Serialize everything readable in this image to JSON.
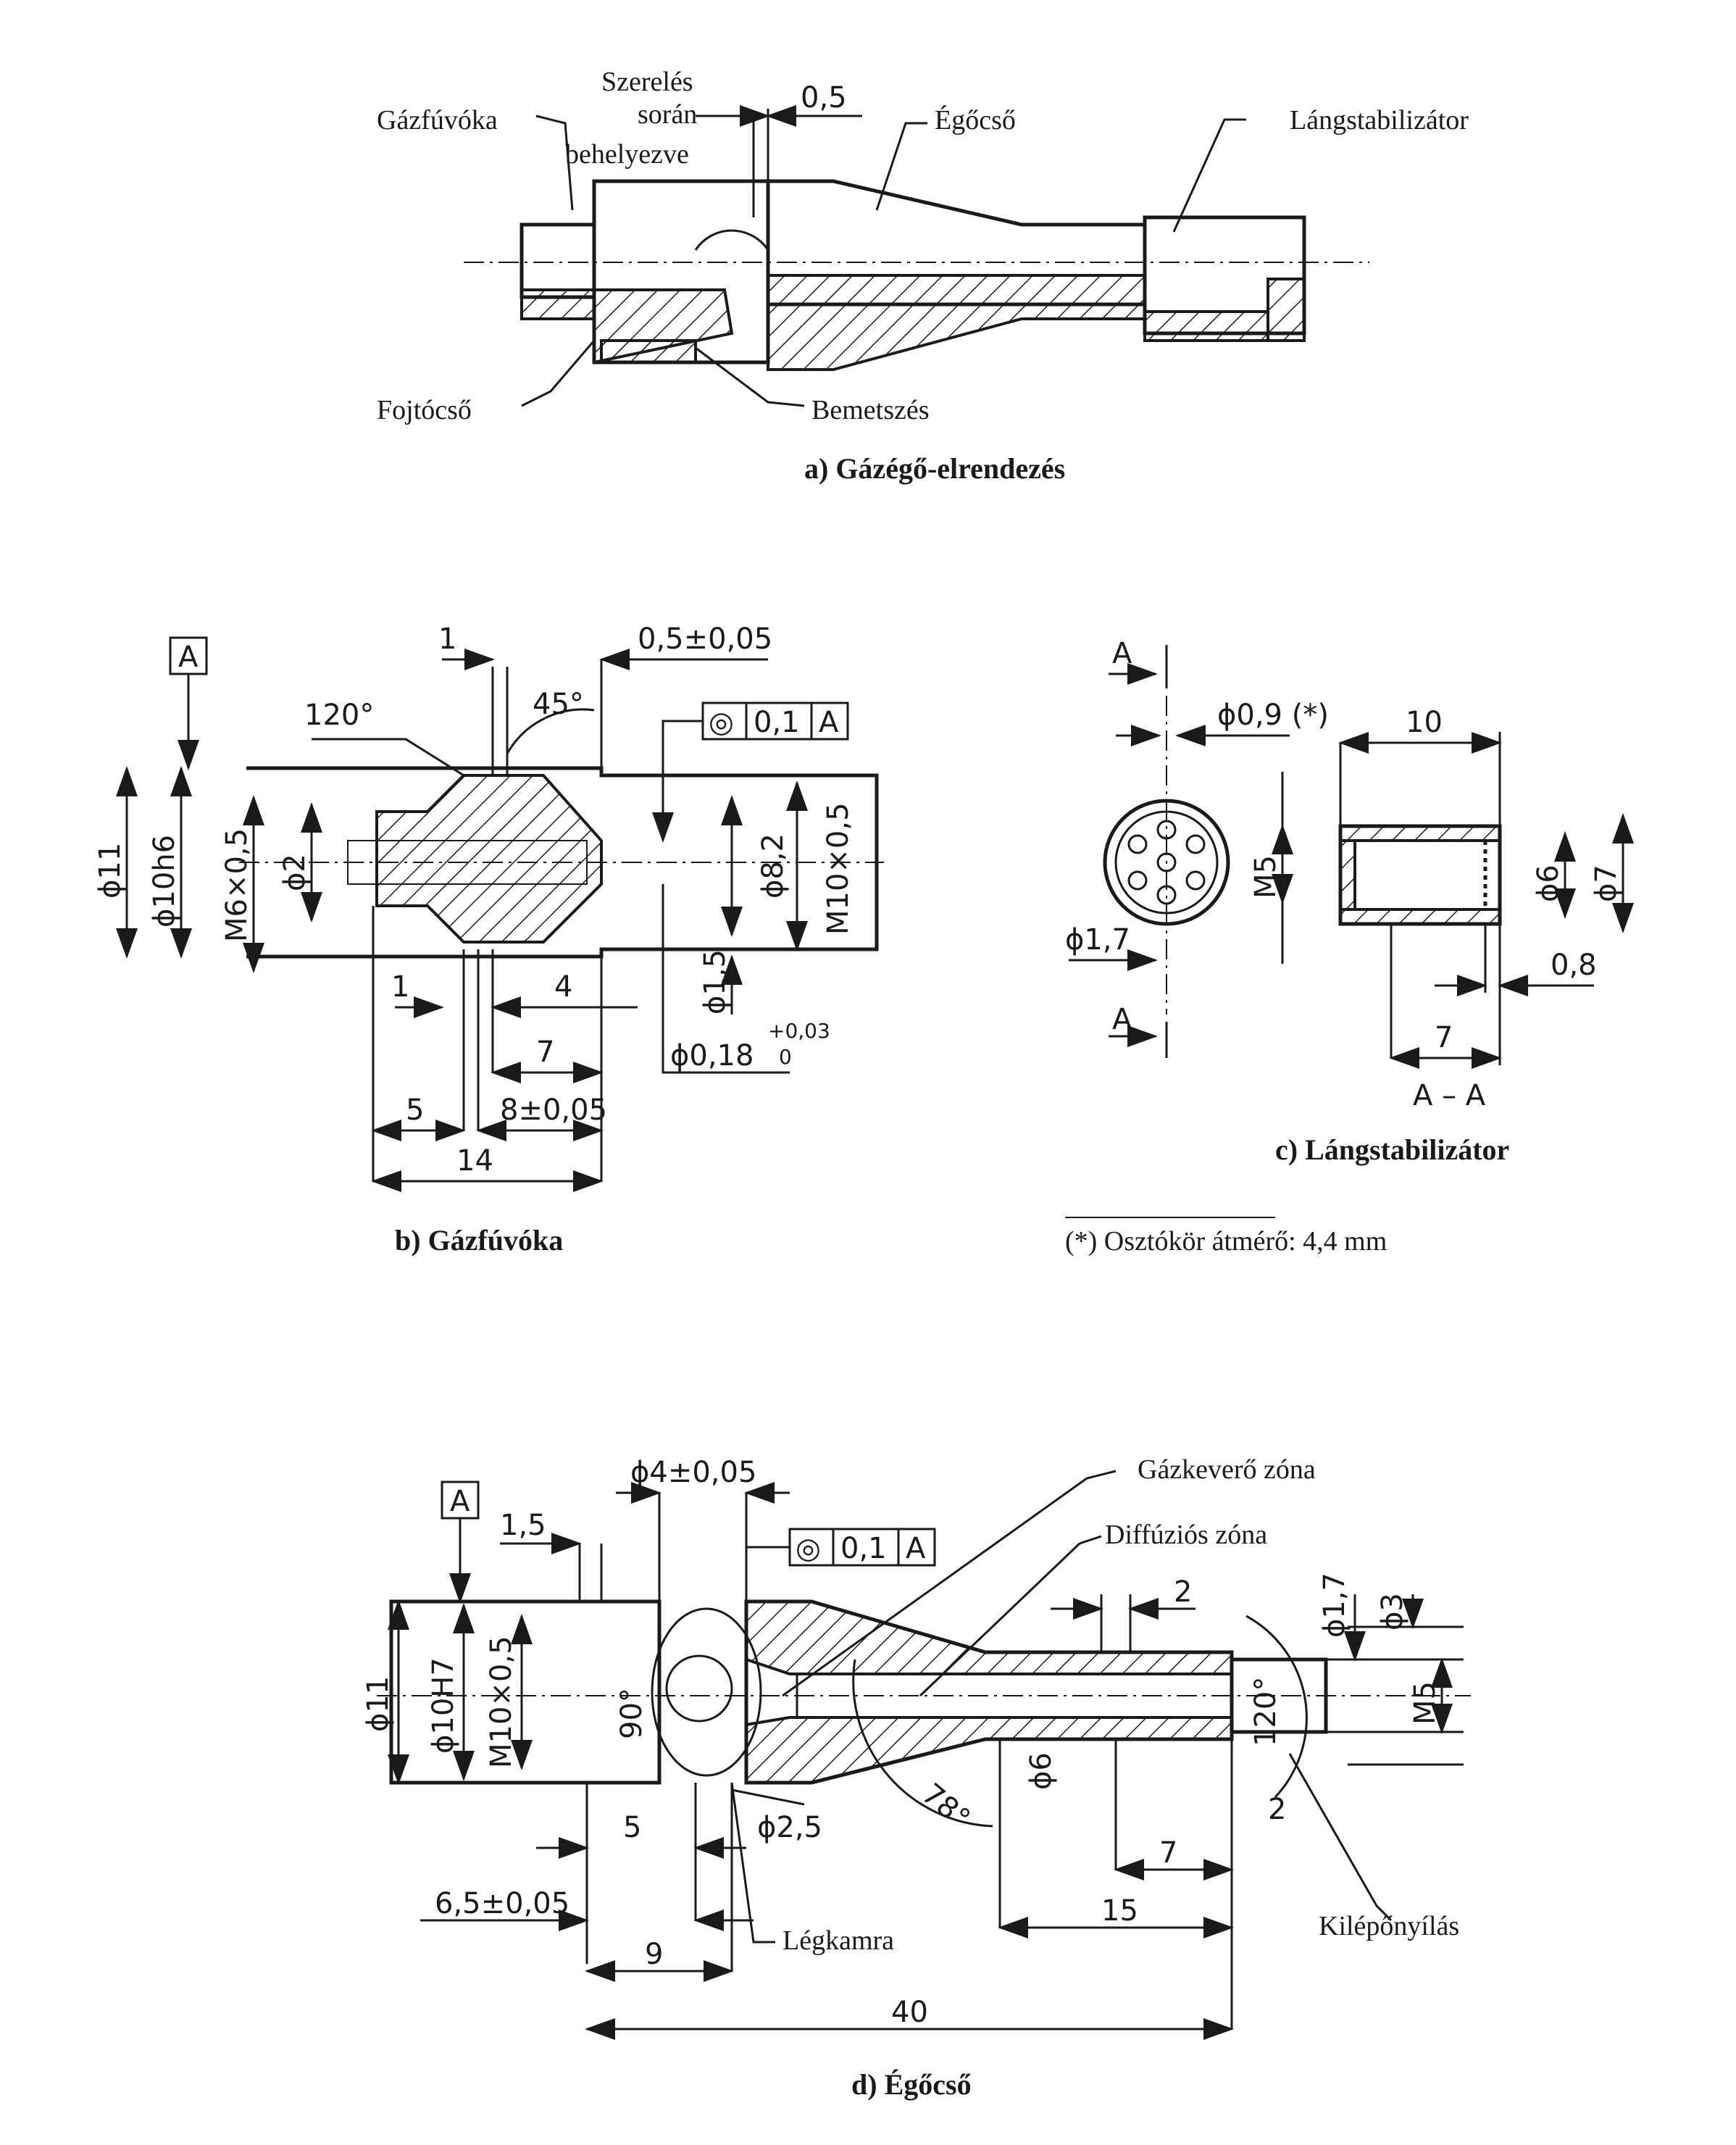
{
  "panel_a": {
    "labels": {
      "gazfuvoka": "Gázfúvóka",
      "szereles1": "Szerelés",
      "szereles2": "során",
      "szereles3": "behelyezve",
      "dim_05": "0,5",
      "egocso": "Égőcső",
      "langstab": "Lángstabilizátor",
      "fojtocso": "Fojtócső",
      "bemetszes": "Bemetszés"
    },
    "caption": "a) Gázégő-elrendezés"
  },
  "panel_b": {
    "datum": "A",
    "tol_symbol": "◎",
    "tol_value": "0,1",
    "tol_datum": "A",
    "dims": {
      "d1_top": "1",
      "d05": "0,5±0,05",
      "a45": "45°",
      "a120": "120°",
      "phi11": "ϕ11",
      "phi10h6": "ϕ10h6",
      "m6": "M6×0,5",
      "phi2": "ϕ2",
      "phi82": "ϕ8,2",
      "m10": "M10×0,5",
      "d1_bot": "1",
      "d4": "4",
      "phi15": "ϕ1,5",
      "d7": "7",
      "phi018": "ϕ0,18",
      "phi018_tol_up": "+0,03",
      "phi018_tol_lo": "0",
      "d5": "5",
      "d8": "8±0,05",
      "d14": "14"
    },
    "caption": "b) Gázfúvóka"
  },
  "panel_c": {
    "section_top": "A",
    "section_bot": "A",
    "dims": {
      "phi09": "ϕ0,9 (*)",
      "d10": "10",
      "m5": "M5",
      "phi6": "ϕ6",
      "phi7": "ϕ7",
      "phi17": "ϕ1,7",
      "d08": "0,8",
      "d7": "7"
    },
    "section_label": "A – A",
    "caption": "c) Lángstabilizátor",
    "footnote": "(*) Osztókör átmérő: 4,4 mm"
  },
  "panel_d": {
    "datum": "A",
    "tol_symbol": "◎",
    "tol_value": "0,1",
    "tol_datum": "A",
    "labels": {
      "gazkevero": "Gázkeverő zóna",
      "diffuzios": "Diffúziós zóna",
      "legkamra": "Légkamra",
      "kilepo": "Kilépőnyílás"
    },
    "dims": {
      "phi4": "ϕ4±0,05",
      "d15": "1,5",
      "phi11": "ϕ11",
      "phi10h7": "ϕ10H7",
      "m10": "M10×0,5",
      "a90": "90°",
      "d5": "5",
      "phi25": "ϕ2,5",
      "d65": "6,5±0,05",
      "d9": "9",
      "d40": "40",
      "a78": "78°",
      "phi6": "ϕ6",
      "d2_top": "2",
      "phi17": "ϕ1,7",
      "phi3": "ϕ3",
      "m5": "M5",
      "a120": "120°",
      "d2_bot": "2",
      "d7": "7",
      "d15b": "15"
    },
    "caption": "d) Égőcső"
  }
}
